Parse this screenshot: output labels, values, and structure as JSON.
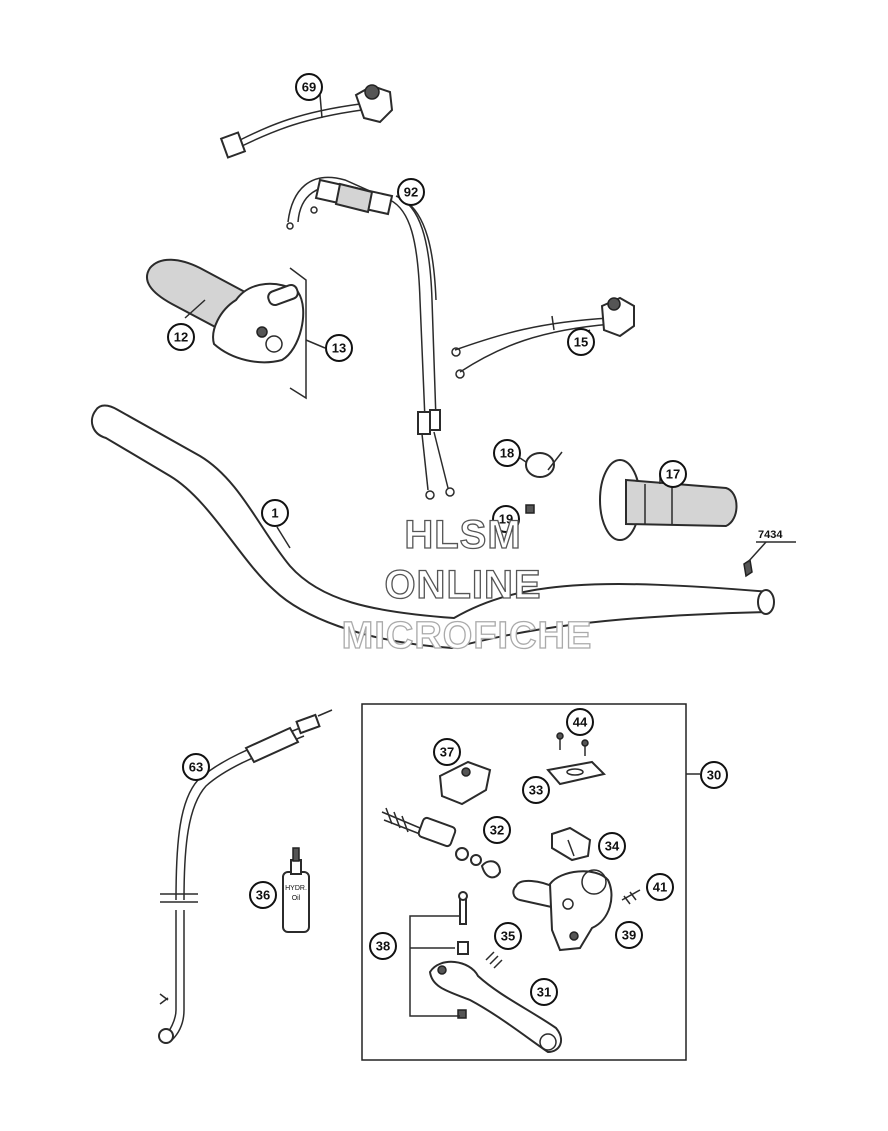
{
  "callouts": {
    "c1": "1",
    "c12": "12",
    "c13": "13",
    "c15": "15",
    "c17": "17",
    "c18": "18",
    "c19": "19",
    "c30": "30",
    "c31": "31",
    "c32": "32",
    "c33": "33",
    "c34": "34",
    "c35": "35",
    "c36": "36",
    "c37": "37",
    "c38": "38",
    "c39": "39",
    "c41": "41",
    "c44": "44",
    "c63": "63",
    "c69": "69",
    "c92": "92"
  },
  "ref_label": "7434",
  "oil_bottle_label": [
    "HYDR.",
    "Oil"
  ],
  "watermark": {
    "line1": "HLSM",
    "line2": "ONLINE",
    "line3": "MICROFICHE"
  }
}
